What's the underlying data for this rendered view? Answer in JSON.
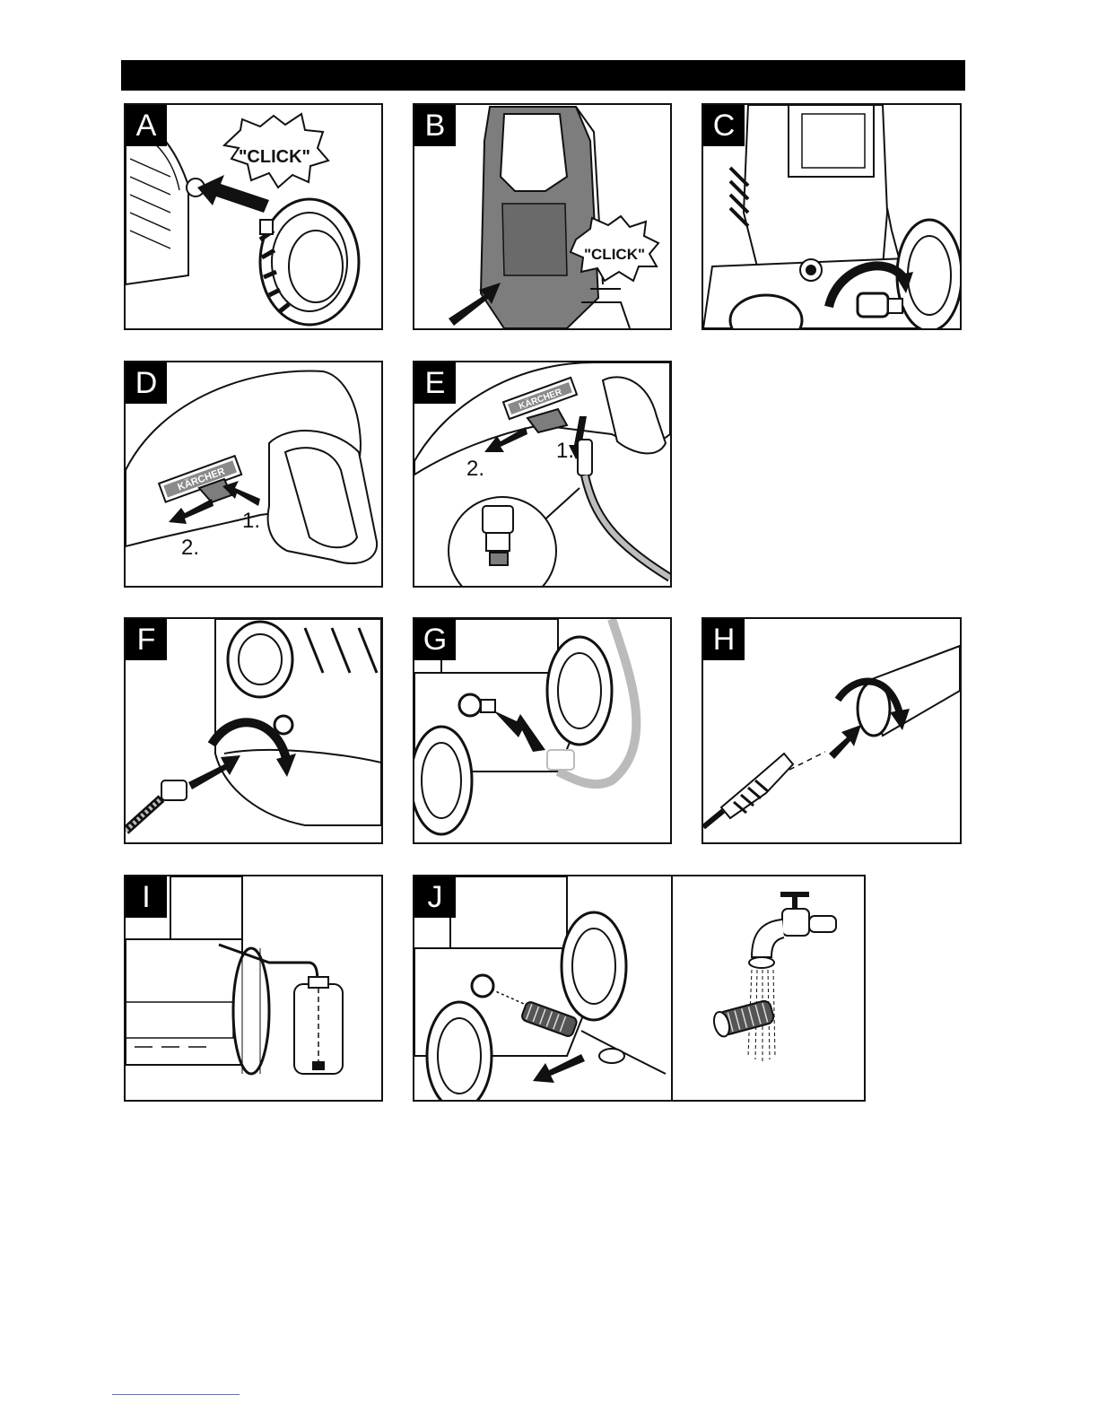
{
  "panels": [
    {
      "letter": "A",
      "callout": "\"CLICK\""
    },
    {
      "letter": "B",
      "callout": "\"CLICK\""
    },
    {
      "letter": "C"
    },
    {
      "letter": "D",
      "steps": [
        "1.",
        "2."
      ]
    },
    {
      "letter": "E",
      "steps": [
        "1.",
        "2."
      ]
    },
    {
      "letter": "F"
    },
    {
      "letter": "G"
    },
    {
      "letter": "H"
    },
    {
      "letter": "I"
    },
    {
      "letter": "J"
    }
  ],
  "brand_logo": "KÄRCHER",
  "colors": {
    "ink": "#111111",
    "grey_fill": "#7d7d7d",
    "light_grey": "#d9d9d9"
  }
}
